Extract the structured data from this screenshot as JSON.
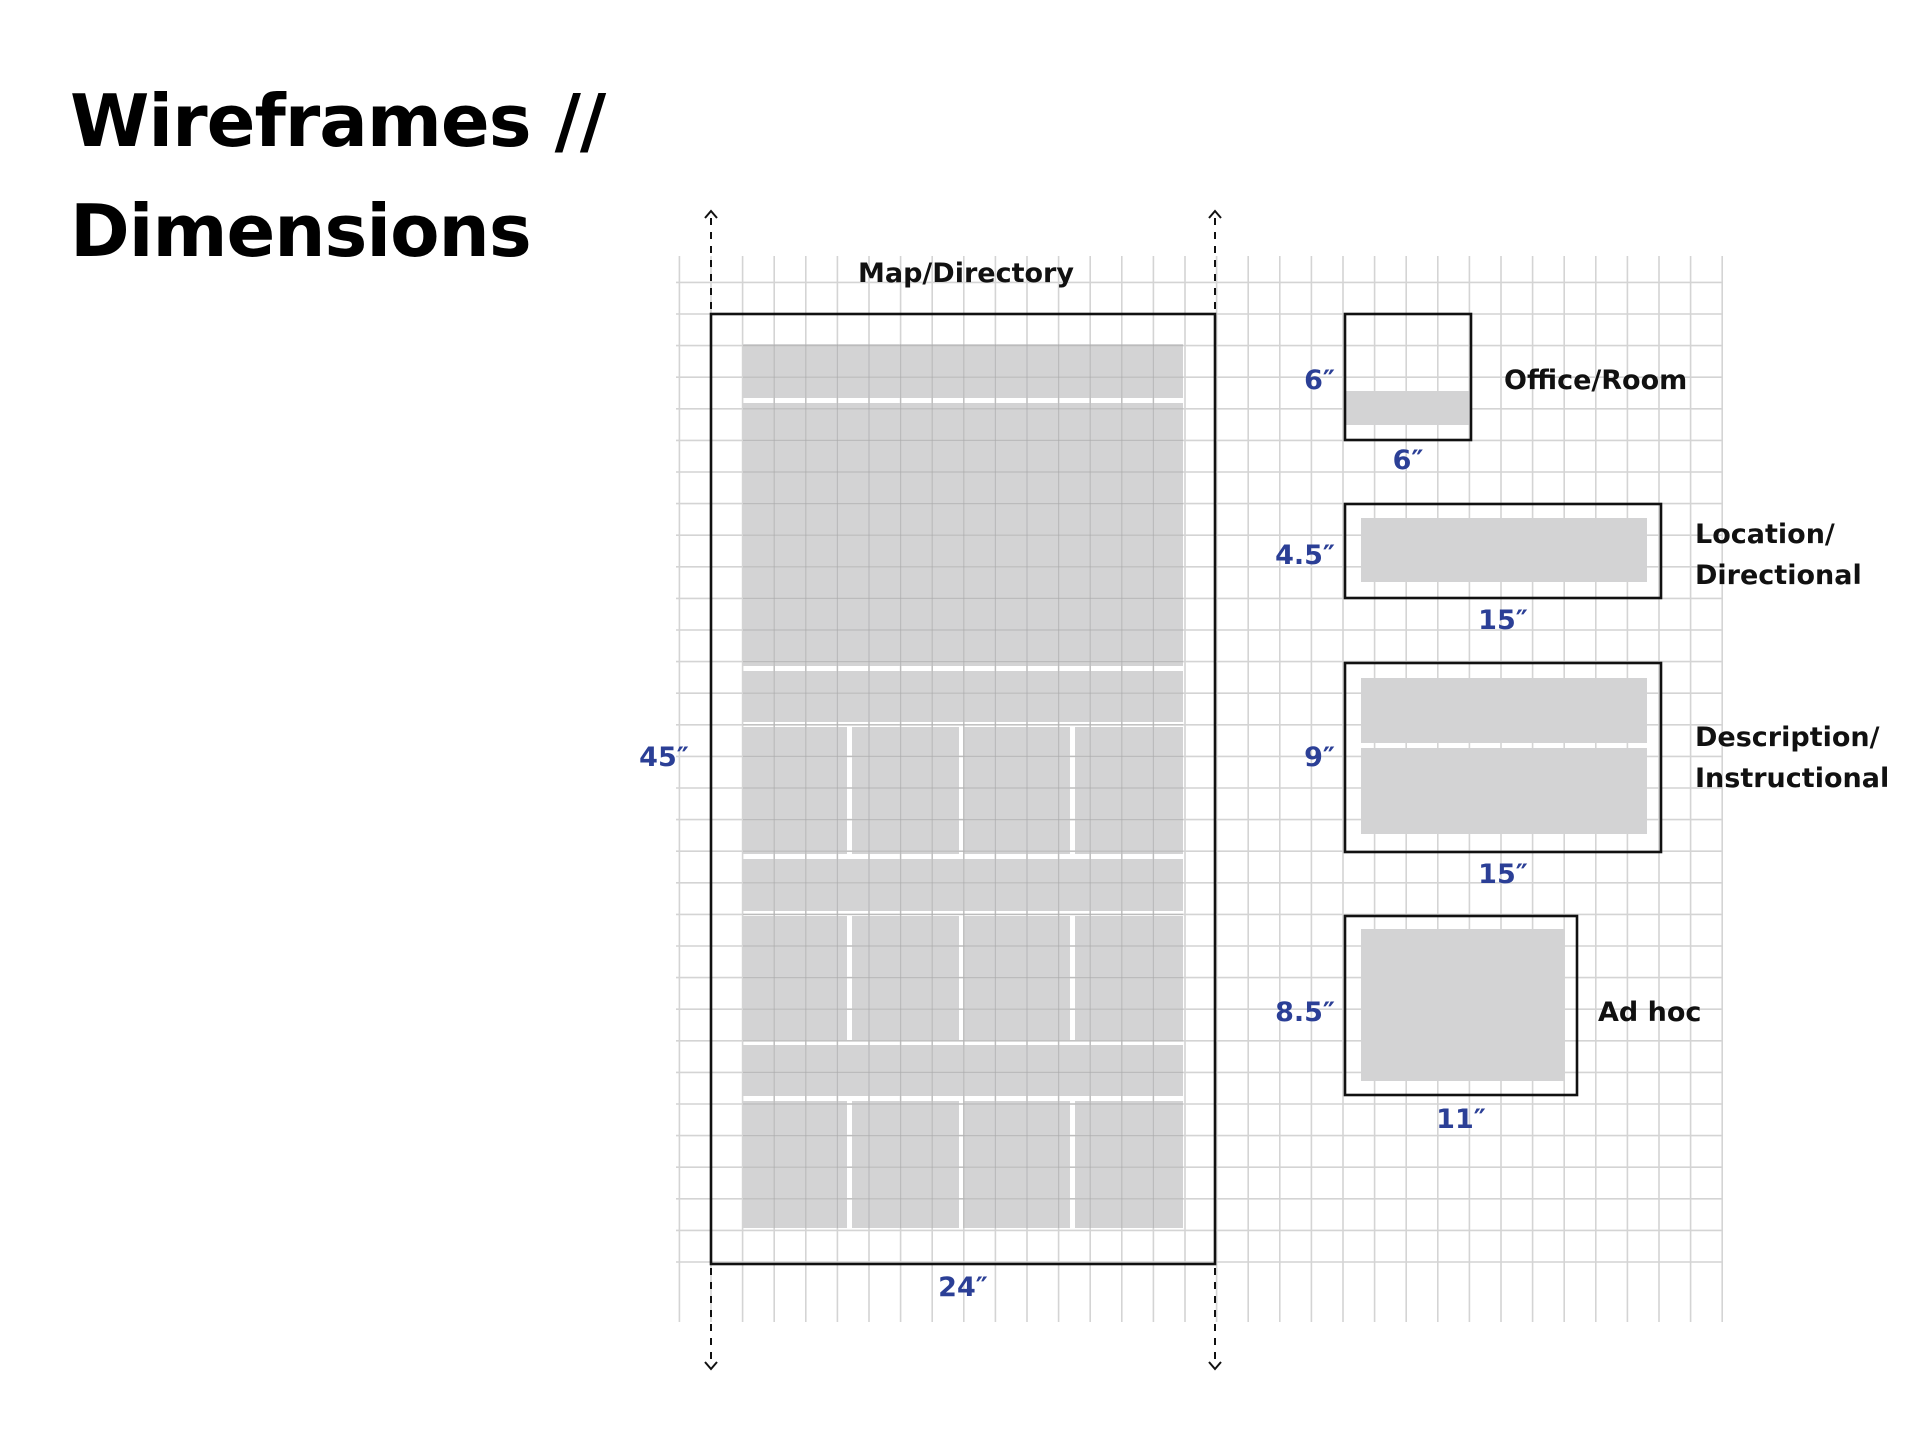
{
  "title": {
    "line1": "Wireframes //",
    "line2": "Dimensions"
  },
  "colors": {
    "dimension": "#2b3f96",
    "block": "#d3d3d4",
    "grid": "#d4d4d4",
    "frame": "#111111"
  },
  "signs": [
    {
      "id": "map-directory",
      "label": [
        "Map/Directory"
      ],
      "height": "45″",
      "width": "24″"
    },
    {
      "id": "office-room",
      "label": [
        "Office/Room"
      ],
      "height": "6″",
      "width": "6″"
    },
    {
      "id": "location-directional",
      "label": [
        "Location/",
        "Directional"
      ],
      "height": "4.5″",
      "width": "15″"
    },
    {
      "id": "description-instructional",
      "label": [
        "Description/",
        "Instructional"
      ],
      "height": "9″",
      "width": "15″"
    },
    {
      "id": "ad-hoc",
      "label": [
        "Ad hoc"
      ],
      "height": "8.5″",
      "width": "11″"
    }
  ]
}
